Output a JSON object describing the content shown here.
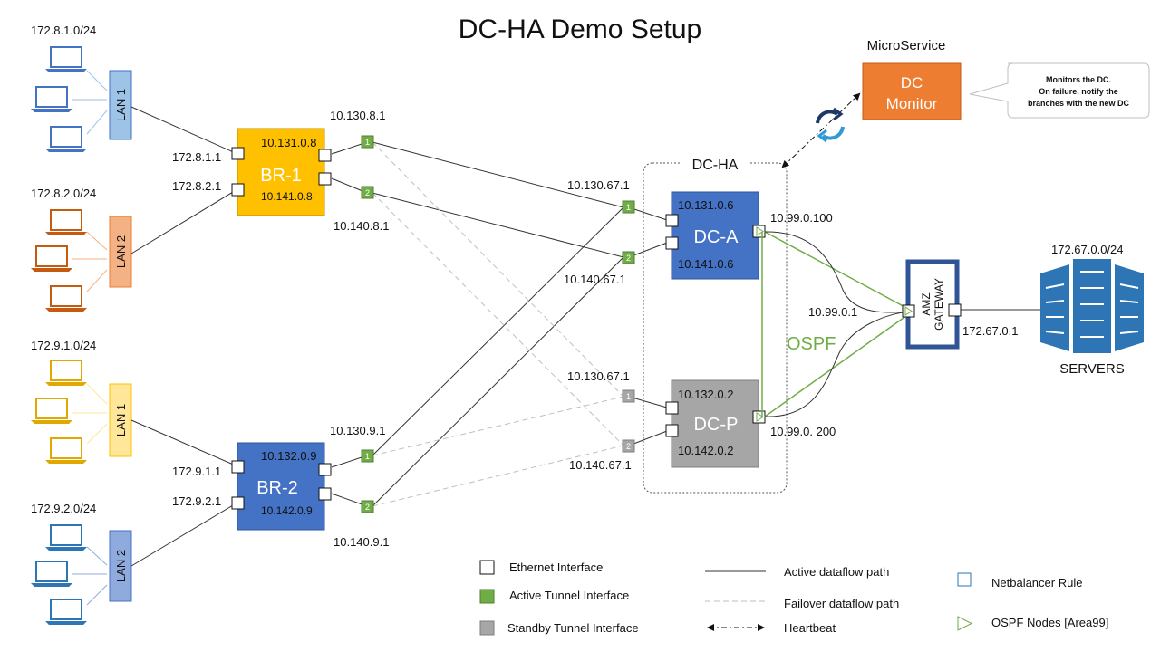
{
  "title": "DC-HA Demo Setup",
  "microservice": {
    "heading": "MicroService",
    "monitor_line1": "DC",
    "monitor_line2": "Monitor",
    "callout_line1": "Monitors the DC.",
    "callout_line2": "On failure, notify the",
    "callout_line3": "branches with the new DC"
  },
  "dcha_label": "DC-HA",
  "subnets": {
    "br1_lan1": "172.8.1.0/24",
    "br1_lan2": "172.8.2.0/24",
    "br2_lan1": "172.9.1.0/24",
    "br2_lan2": "172.9.2.0/24",
    "servers": "172.67.0.0/24"
  },
  "lans": {
    "lan1": "LAN 1",
    "lan2": "LAN 2"
  },
  "br1": {
    "name": "BR-1",
    "ip_tunnel1": "10.131.0.8",
    "ip_tunnel2": "10.141.0.8",
    "lan1_if": "172.8.1.1",
    "lan2_if": "172.8.2.1",
    "wan1": "10.130.8.1",
    "wan2": "10.140.8.1"
  },
  "br2": {
    "name": "BR-2",
    "ip_tunnel1": "10.132.0.9",
    "ip_tunnel2": "10.142.0.9",
    "lan1_if": "172.9.1.1",
    "lan2_if": "172.9.2.1",
    "wan1": "10.130.9.1",
    "wan2": "10.140.9.1"
  },
  "dca": {
    "name": "DC-A",
    "ip1": "10.131.0.6",
    "ip2": "10.141.0.6",
    "uplink": "10.99.0.100",
    "wan1": "10.130.67.1",
    "wan2": "10.140.67.1"
  },
  "dcp": {
    "name": "DC-P",
    "ip1": "10.132.0.2",
    "ip2": "10.142.0.2",
    "uplink": "10.99.0. 200",
    "wan1": "10.130.67.1",
    "wan2": "10.140.67.1"
  },
  "gateway": {
    "line1": "AMZ",
    "line2": "GATEWAY",
    "left_ip": "10.99.0.1",
    "right_ip": "172.67.0.1"
  },
  "ospf": "OSPF",
  "servers_label": "SERVERS",
  "tunnel_numbers": {
    "one": "1",
    "two": "2"
  },
  "legend": {
    "ethernet": "Ethernet Interface",
    "active_tunnel": "Active Tunnel Interface",
    "standby_tunnel": "Standby Tunnel Interface",
    "active_path": "Active dataflow path",
    "failover_path": "Failover dataflow path",
    "heartbeat": "Heartbeat",
    "netbalancer": "Netbalancer Rule",
    "ospf_nodes": "OSPF Nodes [Area99]"
  },
  "colors": {
    "br1": "#FFC000",
    "br2": "#4472C4",
    "dca": "#4472C4",
    "dcp": "#A6A6A6",
    "monitor": "#ED7D31",
    "active_tunnel": "#70AD47",
    "standby_tunnel": "#A6A6A6",
    "ospf": "#70AD47"
  }
}
